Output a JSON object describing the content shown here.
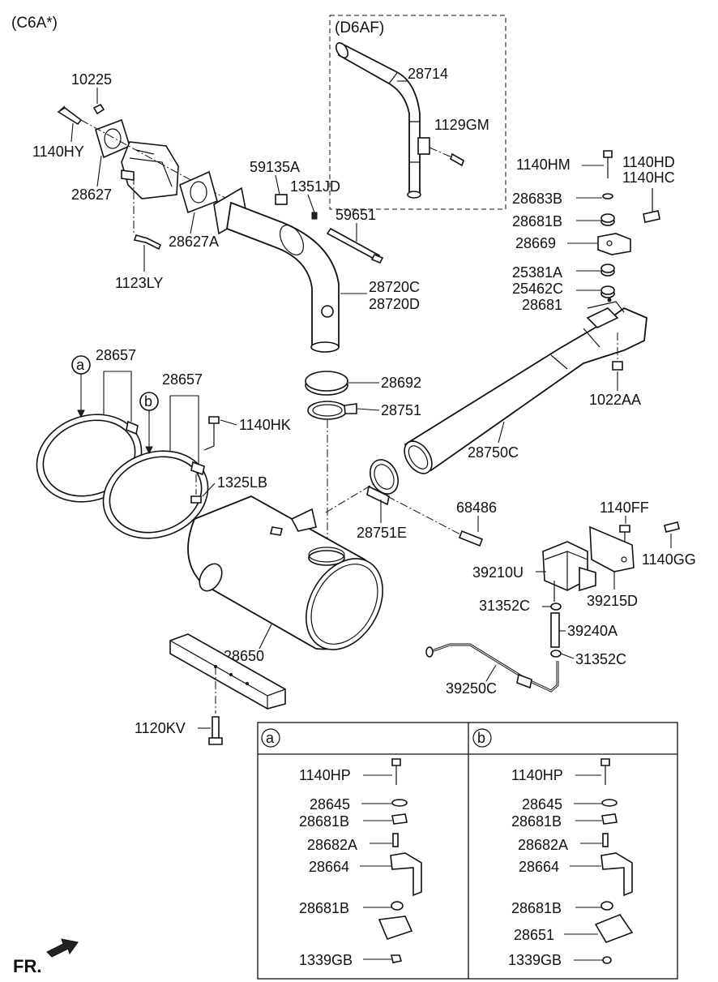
{
  "variant_top": "(C6A*)",
  "variant_d6af": "(D6AF)",
  "labels": {
    "p10225": "10225",
    "p1140HY": "1140HY",
    "p28627": "28627",
    "p28627A": "28627A",
    "p1123LY": "1123LY",
    "p59135A": "59135A",
    "p1351JD": "1351JD",
    "p59651": "59651",
    "p28720C": "28720C",
    "p28720D": "28720D",
    "p28714": "28714",
    "p1129GM": "1129GM",
    "p1140HM": "1140HM",
    "p1140HD": "1140HD",
    "p1140HC": "1140HC",
    "p28683B": "28683B",
    "p28681B_r": "28681B",
    "p28669": "28669",
    "p25381A": "25381A",
    "p25462C": "25462C",
    "p28681_r": "28681",
    "p1022AA": "1022AA",
    "p28657a": "28657",
    "p28657b": "28657",
    "p28692": "28692",
    "p28751": "28751",
    "p1140HK": "1140HK",
    "p28750C": "28750C",
    "p1325LB": "1325LB",
    "p28751E": "28751E",
    "p68486": "68486",
    "p1140FF": "1140FF",
    "p1140GG": "1140GG",
    "p39210U": "39210U",
    "p39215D": "39215D",
    "p31352C_1": "31352C",
    "p39240A": "39240A",
    "p31352C_2": "31352C",
    "p28650": "28650",
    "p39250C": "39250C",
    "p1120KV": "1120KV"
  },
  "callouts": {
    "a": "a",
    "b": "b"
  },
  "detail_a": {
    "header": "a",
    "items": [
      "1140HP",
      "28645",
      "28681B",
      "28682A",
      "28664",
      "28681B",
      "1339GB"
    ]
  },
  "detail_b": {
    "header": "b",
    "items": [
      "1140HP",
      "28645",
      "28681B",
      "28682A",
      "28664",
      "28681B",
      "28651",
      "1339GB"
    ]
  },
  "direction": "FR."
}
